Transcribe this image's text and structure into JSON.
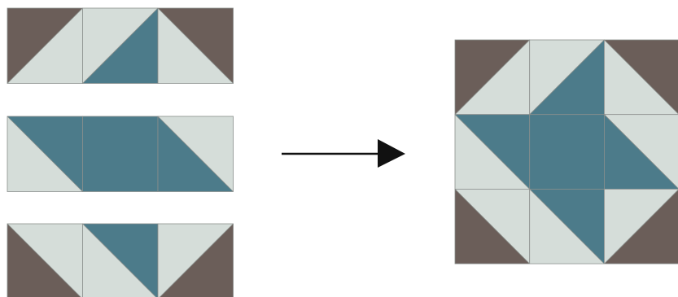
{
  "diagram": {
    "colors": {
      "light": "#d5ddd9",
      "teal": "#4c7b8a",
      "brown": "#6b5e59",
      "seam": "#8a8f8c",
      "arrow": "#111111"
    },
    "rows": [
      {
        "name": "top-row",
        "blocks": [
          "hst-brown-tl",
          "hst-teal-br",
          "hst-brown-tr"
        ]
      },
      {
        "name": "middle-row",
        "blocks": [
          "hst-teal-tr",
          "solid-teal",
          "hst-teal-bl"
        ]
      },
      {
        "name": "bottom-row",
        "blocks": [
          "hst-brown-bl",
          "hst-teal-tr",
          "hst-brown-br"
        ]
      }
    ],
    "result": {
      "grid": [
        [
          "hst-brown-tl",
          "hst-teal-br",
          "hst-brown-tr"
        ],
        [
          "hst-teal-tr",
          "solid-teal",
          "hst-teal-bl"
        ],
        [
          "hst-brown-bl",
          "hst-teal-tr",
          "hst-brown-br"
        ]
      ]
    },
    "arrow": {
      "direction": "right"
    }
  }
}
